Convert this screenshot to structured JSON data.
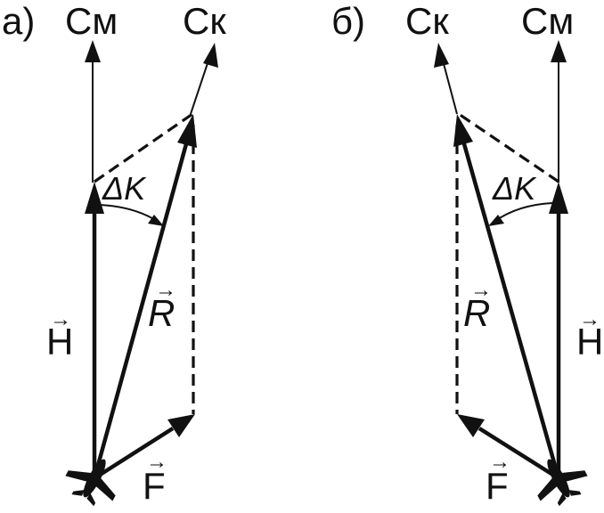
{
  "panels": [
    {
      "id": "a",
      "panel_label": "а)",
      "magnetic_meridian_label": "См",
      "compass_meridian_label": "Ск",
      "deviation_label": "ΔK",
      "vector_h_label": "H",
      "vector_r_label": "R",
      "vector_f_label": "F"
    },
    {
      "id": "b",
      "panel_label": "б)",
      "magnetic_meridian_label": "См",
      "compass_meridian_label": "Ск",
      "deviation_label": "ΔK",
      "vector_h_label": "H",
      "vector_r_label": "R",
      "vector_f_label": "F"
    }
  ],
  "vector_arrow_glyph": "→",
  "colors": {
    "ink": "#111111",
    "background": "#ffffff"
  }
}
